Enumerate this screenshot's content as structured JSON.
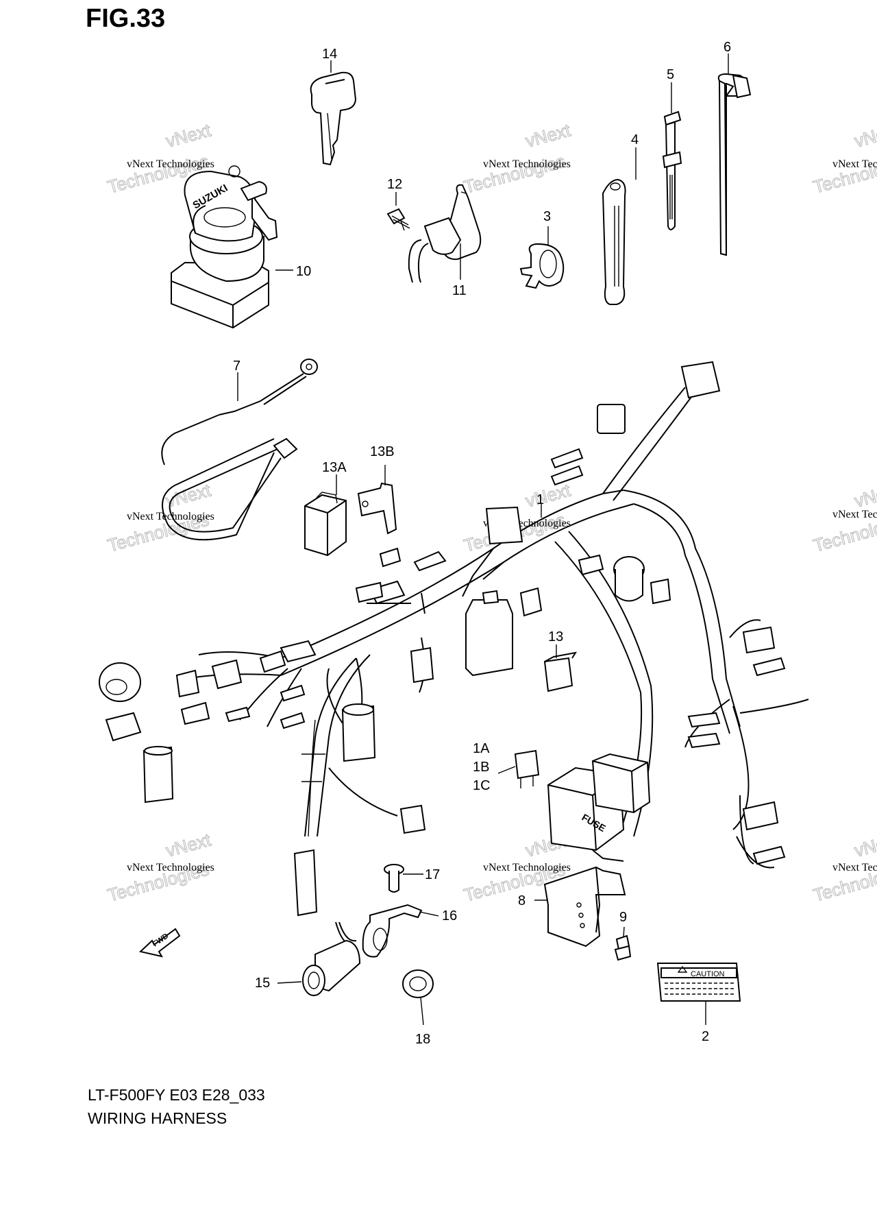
{
  "figure": {
    "title": "FIG.33",
    "model_code": "LT-F500FY E03 E28_033",
    "caption": "WIRING HARNESS"
  },
  "watermark": {
    "line1": "vNext Technologies",
    "line2": "vNext",
    "line3": "Technologies"
  },
  "callouts": [
    "14",
    "12",
    "11",
    "10",
    "3",
    "4",
    "5",
    "6",
    "7",
    "13A",
    "13B",
    "1",
    "13",
    "1A",
    "1B",
    "1C",
    "17",
    "16",
    "15",
    "18",
    "8",
    "9",
    "2"
  ],
  "labels": {
    "key_brand": "SUZUKI",
    "fuse_box": "FUSE",
    "caution": "CAUTION",
    "fwd_arrow": "FWD"
  }
}
